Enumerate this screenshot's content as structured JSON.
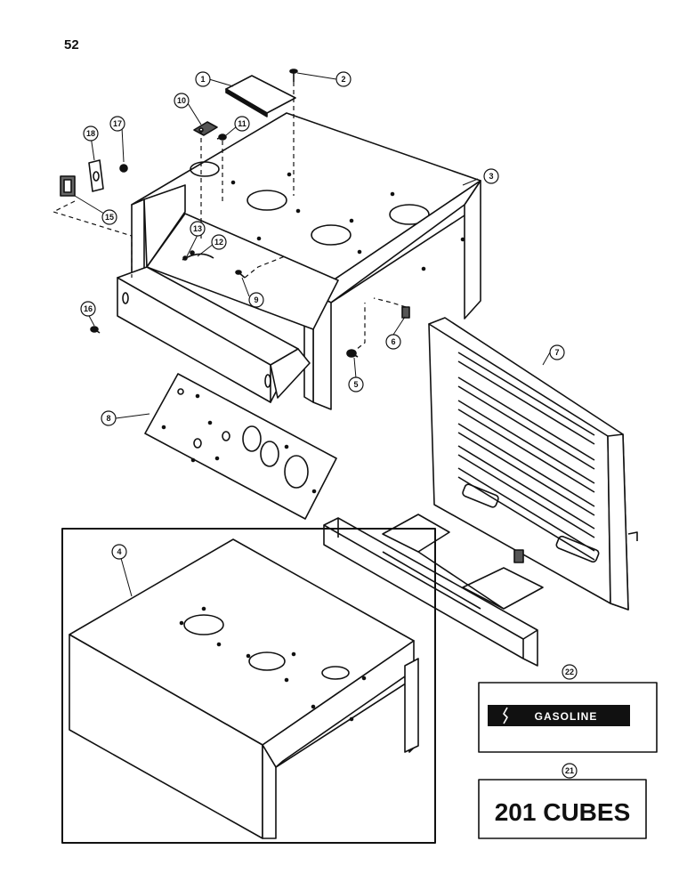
{
  "page": {
    "number": "52"
  },
  "callouts": [
    "1",
    "2",
    "3",
    "4",
    "5",
    "6",
    "7",
    "8",
    "9",
    "10",
    "11",
    "12",
    "13",
    "15",
    "16",
    "17",
    "18",
    "21",
    "22"
  ],
  "decals": {
    "gasoline": {
      "text": "GASOLINE"
    },
    "cubes": {
      "text": "201 CUBES"
    }
  }
}
